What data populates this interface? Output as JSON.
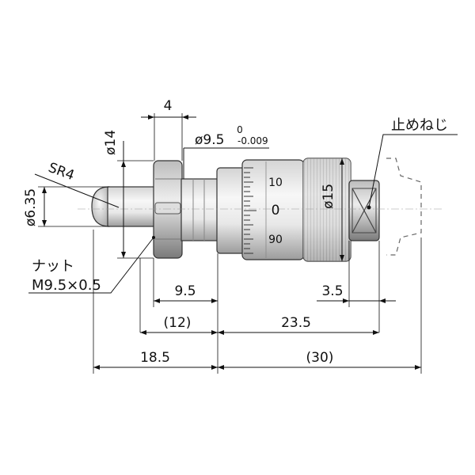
{
  "dimensions": {
    "top_width": "4",
    "nut_diameter": "ø14",
    "stem_diameter": "ø9.5",
    "stem_tol_upper": "0",
    "stem_tol_lower": "-0.009",
    "spindle_radius": "SR4",
    "spindle_diameter": "ø6.35",
    "thimble_diameter": "ø15",
    "nut_to_sleeve": "9.5",
    "ratchet_len": "3.5",
    "spindle_to_sleeve": "(12)",
    "sleeve_to_end": "23.5",
    "left_total": "18.5",
    "right_total": "(30)"
  },
  "labels": {
    "lock_screw": "止めねじ",
    "nut": "ナット",
    "nut_spec": "M9.5×0.5"
  },
  "scale": {
    "top": "10",
    "zero": "0",
    "bottom": "90"
  },
  "colors": {
    "body_light": "#f2f2f2",
    "body_mid": "#c9c9c9",
    "body_dark": "#8a8a8a",
    "line": "#111111"
  }
}
